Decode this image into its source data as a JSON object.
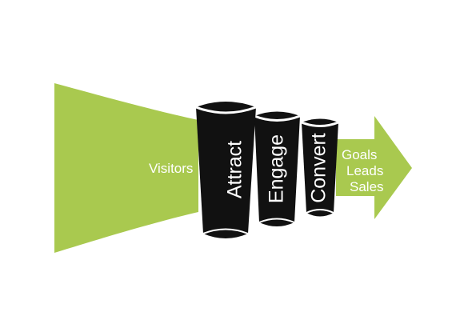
{
  "diagram": {
    "input_label": "Visitors",
    "stages": [
      {
        "label": "Attract"
      },
      {
        "label": "Engage"
      },
      {
        "label": "Convert"
      }
    ],
    "outputs": [
      {
        "label": "Goals"
      },
      {
        "label": "Leads"
      },
      {
        "label": "Sales"
      }
    ]
  },
  "colors": {
    "flow_green": "#a9c94f",
    "funnel_black": "#111111",
    "text_white": "#ffffff"
  }
}
